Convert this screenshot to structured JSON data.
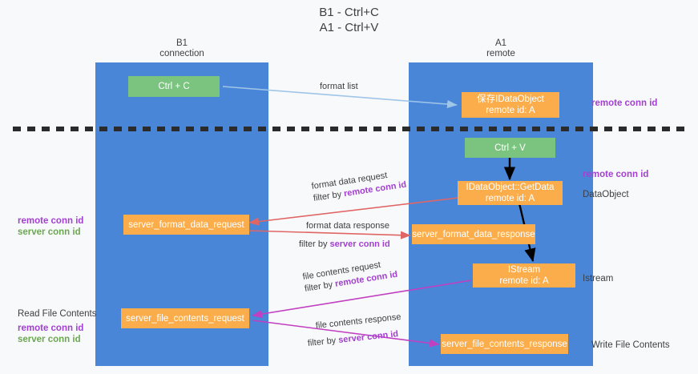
{
  "title": {
    "line1": "B1 - Ctrl+C",
    "line2": "A1 - Ctrl+V"
  },
  "columns": [
    {
      "id": "b1",
      "name": "B1",
      "role": "connection"
    },
    {
      "id": "a1",
      "name": "A1",
      "role": "remote"
    }
  ],
  "boxes": {
    "ctrl_c": "Ctrl + C",
    "ctrl_v": "Ctrl + V",
    "save_dataobject_l1": "保存IDataObject",
    "save_dataobject_l2": "remote id: A",
    "getdata_l1": "IDataObject::GetData",
    "getdata_l2": "remote id: A",
    "istream_l1": "IStream",
    "istream_l2": "remote id: A",
    "server_format_data_request": "server_format_data_request",
    "server_format_data_response": "server_format_data_response",
    "server_file_contents_request": "server_file_contents_request",
    "server_file_contents_response": "server_file_contents_response"
  },
  "edge_labels": {
    "format_list": "format list",
    "format_data_request": "format data request",
    "format_data_request_filter_prefix": "filter by ",
    "format_data_request_filter_key": "remote conn id",
    "format_data_response": "format data response",
    "format_data_response_filter_prefix": "filter by ",
    "format_data_response_filter_key": "server conn id",
    "file_contents_request": "file contents request",
    "file_contents_request_filter_prefix": "filter by ",
    "file_contents_request_filter_key": "remote conn id",
    "file_contents_response": "file contents response",
    "file_contents_response_filter_prefix": "filter by ",
    "file_contents_response_filter_key": "server conn id"
  },
  "right_labels": {
    "remote_conn_id_top": "remote conn id",
    "remote_conn_id_mid": "remote conn id",
    "dataobject": "DataObject",
    "istream": "Istream",
    "write_file_contents": "Write File Contents"
  },
  "left_labels": {
    "remote_conn_id_mid": "remote conn id",
    "server_conn_id_mid": "server conn id",
    "read_file_contents": "Read File Contents",
    "remote_conn_id_bot": "remote conn id",
    "server_conn_id_bot": "server conn id"
  },
  "colors": {
    "lane": "#4a86d8",
    "green_box": "#7bc47f",
    "orange_box": "#fbad4b",
    "purple_text": "#a33fd1",
    "green_text": "#6aa84f",
    "red_arrow": "#e06666",
    "magenta_arrow": "#c13fc1",
    "light_blue_arrow": "#9fc5e8",
    "black_arrow": "#000000",
    "background": "#f8f9fa"
  }
}
